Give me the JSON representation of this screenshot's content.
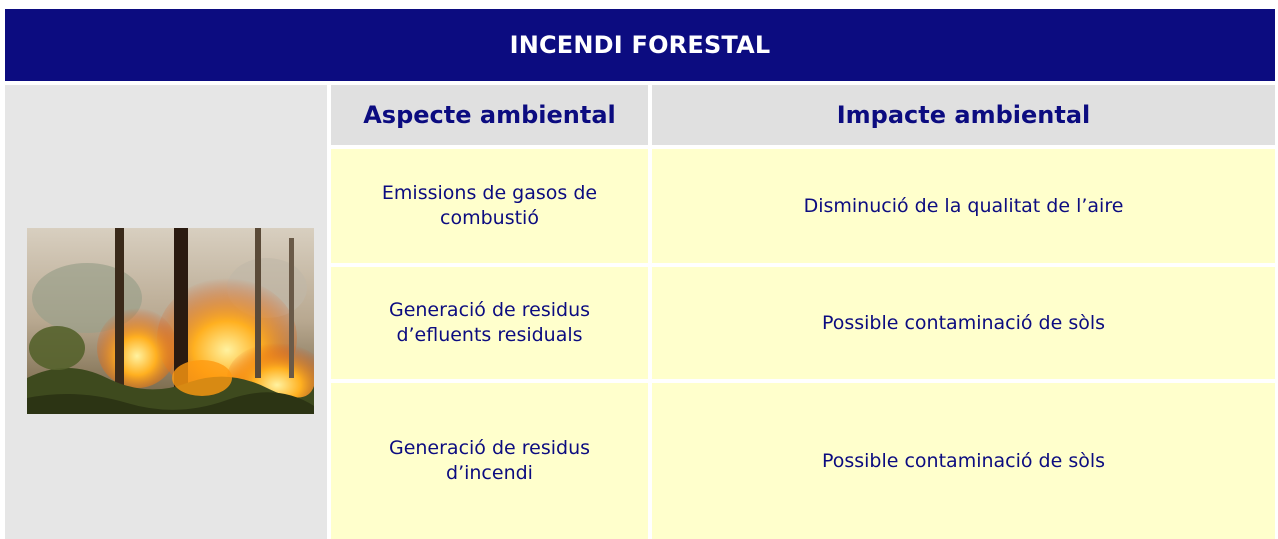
{
  "title": "INCENDI FORESTAL",
  "headers": {
    "aspect": "Aspecte ambiental",
    "impact": "Impacte ambiental"
  },
  "rows": [
    {
      "aspect": "Emissions de gasos de combustió",
      "impact": "Disminució de la qualitat de l’aire"
    },
    {
      "aspect": "Generació de residus d’efluents residuals",
      "impact": "Possible contaminació de sòls"
    },
    {
      "aspect": "Generació de residus d’incendi",
      "impact": "Possible contaminació de sòls"
    }
  ],
  "colors": {
    "title_background": "#0c0c80",
    "header_background": "#e0e0e0",
    "cell_background": "#ffffcc",
    "text_color": "#0c0c80",
    "image_panel_background": "#e6e6e6"
  }
}
